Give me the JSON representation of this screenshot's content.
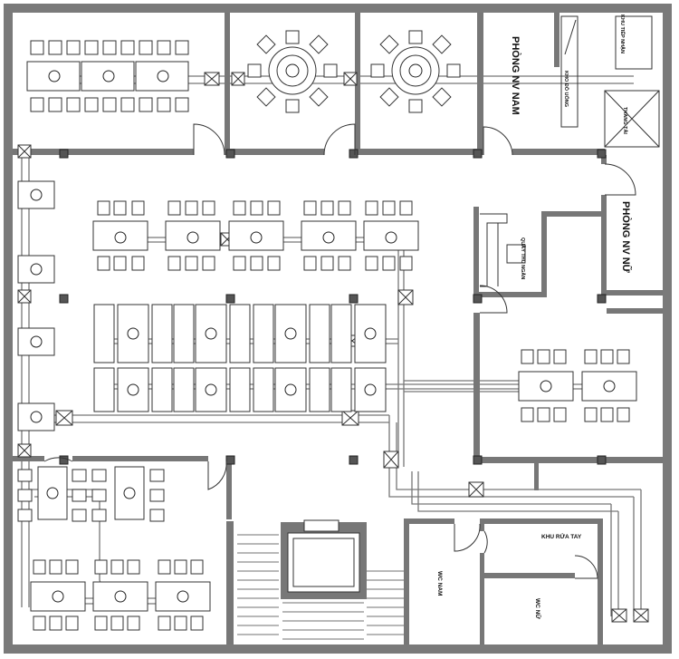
{
  "labels": {
    "staff_room_male": "PHÒNG NV NAM",
    "staff_room_female": "PHÒNG NV NỮ",
    "reception": "KHU TIẾP NHẬN",
    "beverage": "KHO ĐỒ UỐNG",
    "elevator": "THANG TẢI",
    "cashier": "QUẦY THU NGÂN",
    "handwash": "KHU RỬA TAY",
    "wc_male": "WC NAM",
    "wc_female": "WC NỮ"
  },
  "colors": {
    "wall": "#6f6f6f",
    "line": "#333333",
    "duct": "#777777"
  }
}
